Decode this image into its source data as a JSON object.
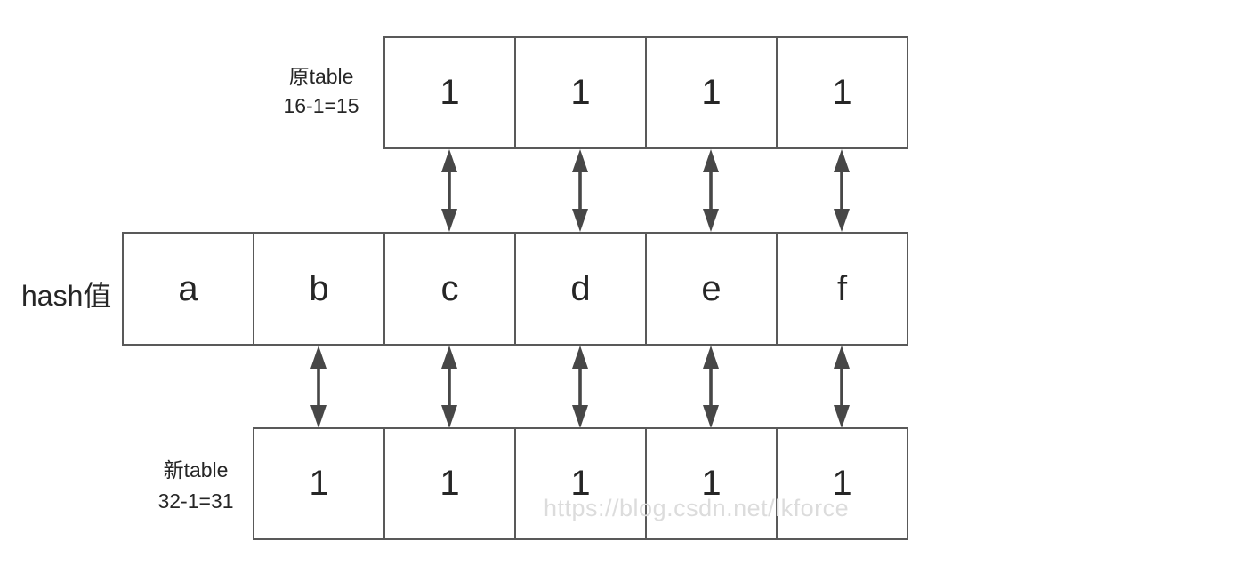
{
  "diagram": {
    "top_row": {
      "label_line1": "原table",
      "label_line2": "16-1=15",
      "cells": [
        "1",
        "1",
        "1",
        "1"
      ]
    },
    "middle_row": {
      "label": "hash值",
      "cells": [
        "a",
        "b",
        "c",
        "d",
        "e",
        "f"
      ]
    },
    "bottom_row": {
      "label_line1": "新table",
      "label_line2": "32-1=31",
      "cells": [
        "1",
        "1",
        "1",
        "1",
        "1"
      ]
    },
    "watermark": "https://blog.csdn.net/lkforce",
    "colors": {
      "border": "#595959",
      "text": "#262626",
      "arrow": "#474747",
      "watermark": "#dcdcdc",
      "background": "#ffffff"
    }
  }
}
